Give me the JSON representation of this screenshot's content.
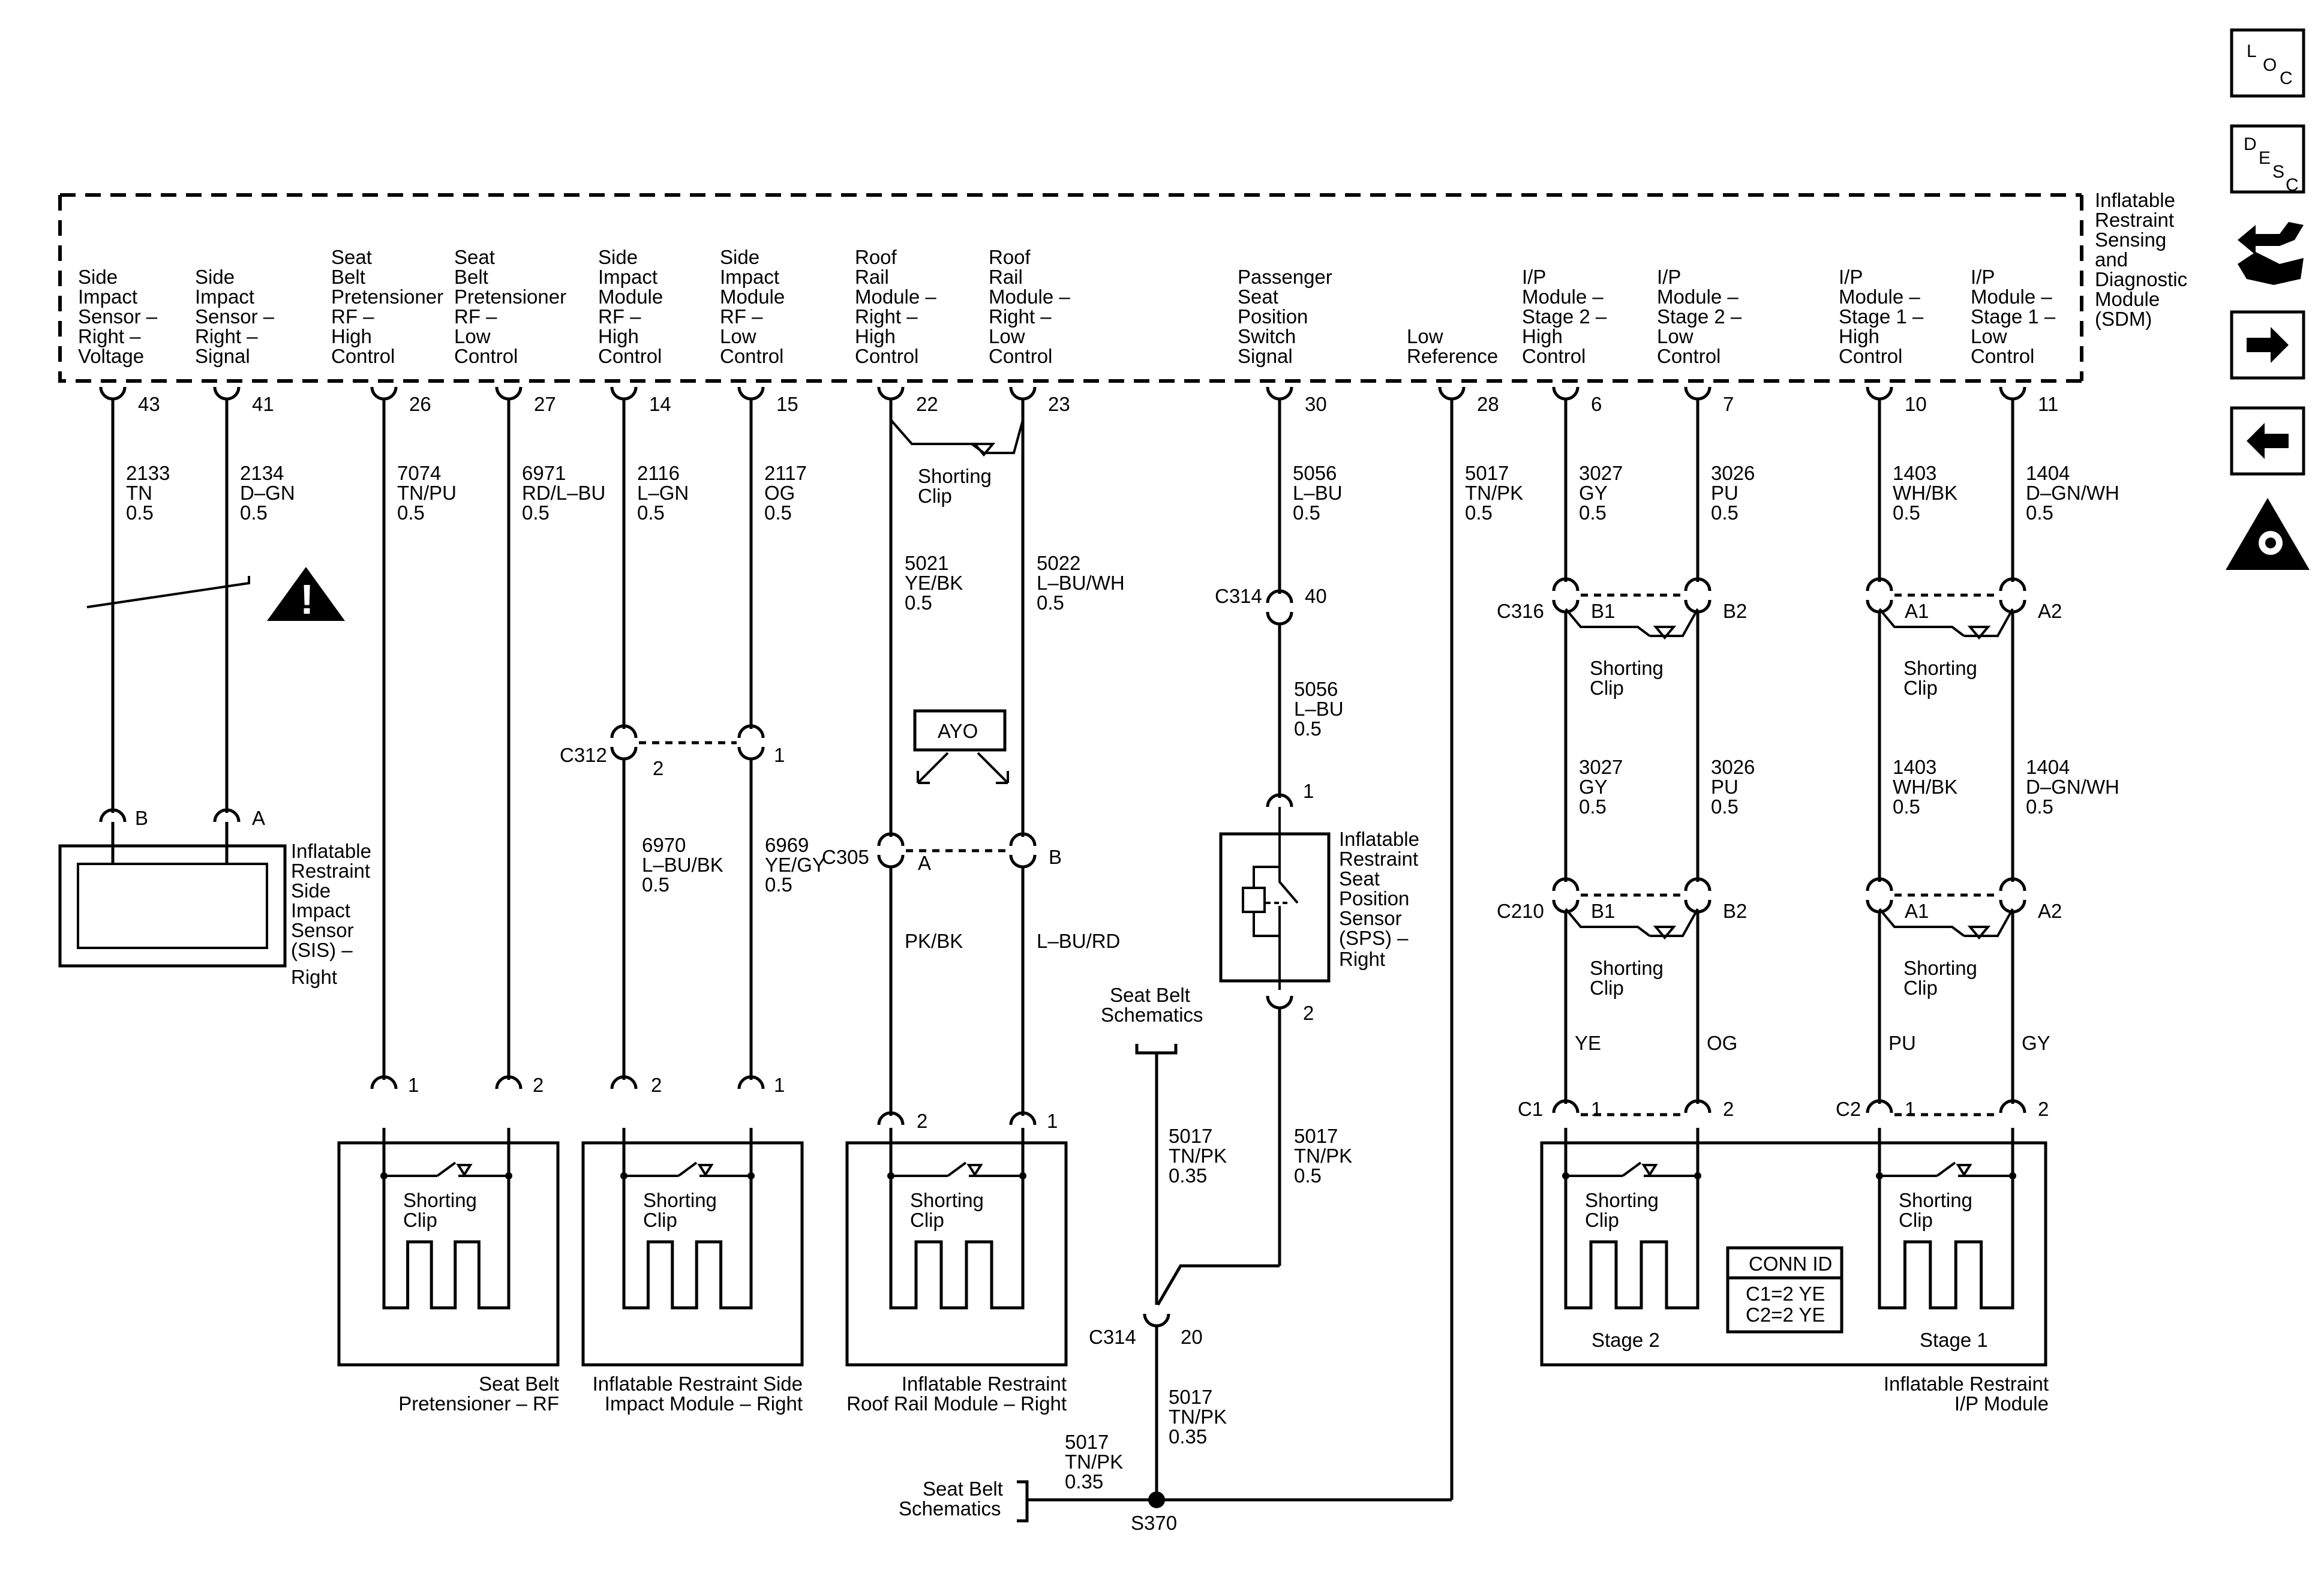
{
  "module": {
    "lines": [
      "Inflatable",
      "Restraint",
      "Sensing",
      "and",
      "Diagnostic",
      "Module",
      "(SDM)"
    ]
  },
  "pins": [
    {
      "label": [
        "Side",
        "Impact",
        "Sensor –",
        "Right –",
        "Voltage"
      ],
      "pin": "43",
      "circuit": "2133",
      "color": "TN",
      "gauge": "0.5"
    },
    {
      "label": [
        "Side",
        "Impact",
        "Sensor –",
        "Right –",
        "Signal"
      ],
      "pin": "41",
      "circuit": "2134",
      "color": "D–GN",
      "gauge": "0.5"
    },
    {
      "label": [
        "Seat",
        "Belt",
        "Pretensioner",
        "RF –",
        "High",
        "Control"
      ],
      "pin": "26",
      "circuit": "7074",
      "color": "TN/PU",
      "gauge": "0.5"
    },
    {
      "label": [
        "Seat",
        "Belt",
        "Pretensioner",
        "RF –",
        "Low",
        "Control"
      ],
      "pin": "27",
      "circuit": "6971",
      "color": "RD/L–BU",
      "gauge": "0.5"
    },
    {
      "label": [
        "Side",
        "Impact",
        "Module",
        "RF –",
        "High",
        "Control"
      ],
      "pin": "14",
      "circuit": "2116",
      "color": "L–GN",
      "gauge": "0.5"
    },
    {
      "label": [
        "Side",
        "Impact",
        "Module",
        "RF –",
        "Low",
        "Control"
      ],
      "pin": "15",
      "circuit": "2117",
      "color": "OG",
      "gauge": "0.5"
    },
    {
      "label": [
        "Roof",
        "Rail",
        "Module –",
        "Right –",
        "High",
        "Control"
      ],
      "pin": "22",
      "circuit": "5021",
      "color": "YE/BK",
      "gauge": "0.5"
    },
    {
      "label": [
        "Roof",
        "Rail",
        "Module –",
        "Right –",
        "Low",
        "Control"
      ],
      "pin": "23",
      "circuit": "5022",
      "color": "L–BU/WH",
      "gauge": "0.5"
    },
    {
      "label": [
        "Passenger",
        "Seat",
        "Position",
        "Switch",
        "Signal"
      ],
      "pin": "30",
      "circuit": "5056",
      "color": "L–BU",
      "gauge": "0.5"
    },
    {
      "label": [
        "Low",
        "Reference"
      ],
      "pin": "28",
      "circuit": "5017",
      "color": "TN/PK",
      "gauge": "0.5"
    },
    {
      "label": [
        "I/P",
        "Module –",
        "Stage 2 –",
        "High",
        "Control"
      ],
      "pin": "6",
      "circuit": "3027",
      "color": "GY",
      "gauge": "0.5"
    },
    {
      "label": [
        "I/P",
        "Module –",
        "Stage 2 –",
        "Low",
        "Control"
      ],
      "pin": "7",
      "circuit": "3026",
      "color": "PU",
      "gauge": "0.5"
    },
    {
      "label": [
        "I/P",
        "Module –",
        "Stage 1 –",
        "High",
        "Control"
      ],
      "pin": "10",
      "circuit": "1403",
      "color": "WH/BK",
      "gauge": "0.5"
    },
    {
      "label": [
        "I/P",
        "Module –",
        "Stage 1 –",
        "Low",
        "Control"
      ],
      "pin": "11",
      "circuit": "1404",
      "color": "D–GN/WH",
      "gauge": "0.5"
    }
  ],
  "shorting_clip": [
    "Shorting",
    "Clip"
  ],
  "sis": {
    "pins": [
      "B",
      "A"
    ],
    "name": [
      "Inflatable",
      "Restraint",
      "Side",
      "Impact",
      "Sensor",
      "(SIS) –",
      "Right"
    ]
  },
  "pretensioner": {
    "pins": [
      "1",
      "2"
    ],
    "name": [
      "Seat Belt",
      "Pretensioner – RF"
    ]
  },
  "side_module": {
    "c312": "C312",
    "c312_pins": [
      "2",
      "1"
    ],
    "wires": [
      {
        "circuit": "6970",
        "color": "L–BU/BK",
        "gauge": "0.5"
      },
      {
        "circuit": "6969",
        "color": "YE/GY",
        "gauge": "0.5"
      }
    ],
    "pins": [
      "2",
      "1"
    ],
    "name": [
      "Inflatable Restraint Side",
      "Impact Module – Right"
    ]
  },
  "roof_rail": {
    "option": "AYO",
    "c305": "C305",
    "c305_pins": [
      "A",
      "B"
    ],
    "colors": [
      "PK/BK",
      "L–BU/RD"
    ],
    "pins": [
      "2",
      "1"
    ],
    "name": [
      "Inflatable Restraint",
      "Roof Rail Module – Right"
    ]
  },
  "sps": {
    "c314": "C314",
    "c314_pin": "40",
    "wire": {
      "circuit": "5056",
      "color": "L–BU",
      "gauge": "0.5"
    },
    "pins": [
      "1",
      "2"
    ],
    "name": [
      "Inflatable",
      "Restraint",
      "Seat",
      "Position",
      "Sensor",
      "(SPS) –",
      "Right"
    ],
    "wire_out": {
      "circuit": "5017",
      "color": "TN/PK",
      "gauge": "0.5"
    }
  },
  "ground": {
    "seat_belt_ref": [
      "Seat Belt",
      "Schematics"
    ],
    "wire_in": {
      "circuit": "5017",
      "color": "TN/PK",
      "gauge": "0.35"
    },
    "c314": "C314",
    "c314_pin": "20",
    "wire_below": {
      "circuit": "5017",
      "color": "TN/PK",
      "gauge": "0.35"
    },
    "wire_left": {
      "circuit": "5017",
      "color": "TN/PK",
      "gauge": "0.35"
    },
    "splice": "S370",
    "seat_belt_ref2": [
      "Seat Belt",
      "Schematics"
    ]
  },
  "ip_module": {
    "c316": "C316",
    "c316_pins": [
      "B1",
      "B2",
      "A1",
      "A2"
    ],
    "mid_wires": [
      {
        "circuit": "3027",
        "color": "GY",
        "gauge": "0.5"
      },
      {
        "circuit": "3026",
        "color": "PU",
        "gauge": "0.5"
      },
      {
        "circuit": "1403",
        "color": "WH/BK",
        "gauge": "0.5"
      },
      {
        "circuit": "1404",
        "color": "D–GN/WH",
        "gauge": "0.5"
      }
    ],
    "c210": "C210",
    "c210_pins": [
      "B1",
      "B2",
      "A1",
      "A2"
    ],
    "colors": [
      "YE",
      "OG",
      "PU",
      "GY"
    ],
    "c1": "C1",
    "c2": "C2",
    "conn_pins": [
      "1",
      "2",
      "1",
      "2"
    ],
    "stage2": "Stage 2",
    "stage1": "Stage 1",
    "conn_id_title": "CONN ID",
    "conn_id_rows": [
      "C1=2 YE",
      "C2=2 YE"
    ],
    "name": [
      "Inflatable Restraint",
      "I/P Module"
    ]
  },
  "nav_icons": [
    "loc-icon",
    "desc-icon",
    "connector-icon",
    "next-arrow-icon",
    "prev-arrow-icon",
    "airbag-icon"
  ],
  "nav": {
    "loc": [
      "L",
      "O",
      "C"
    ],
    "desc": [
      "D",
      "E",
      "S",
      "C"
    ]
  },
  "warning": "!"
}
